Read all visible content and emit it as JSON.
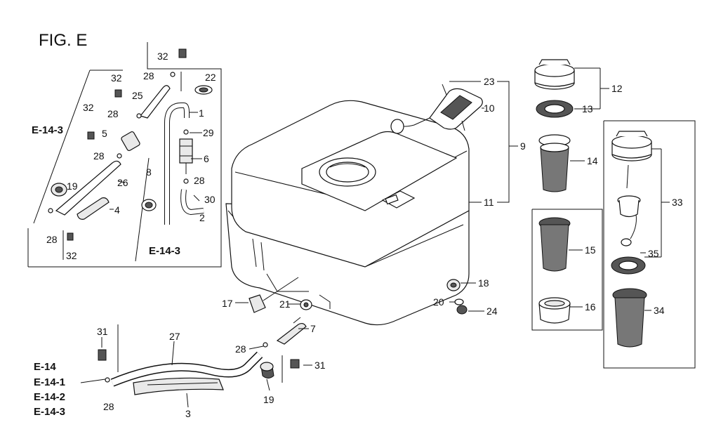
{
  "figure": {
    "title": "FIG. E",
    "callouts": {
      "c32a": "32",
      "c28a": "28",
      "c22": "22",
      "c32b": "32",
      "c25": "25",
      "c1": "1",
      "c32c": "32",
      "c28b": "28",
      "c29": "29",
      "c5": "5",
      "c6": "6",
      "c28c": "28",
      "c8": "8",
      "c28d": "28",
      "c19a": "19",
      "c26": "26",
      "c30": "30",
      "c4": "4",
      "c2": "2",
      "c28e": "28",
      "c32d": "32",
      "c23": "23",
      "c10": "10",
      "c9": "9",
      "c11": "11",
      "c12": "12",
      "c13": "13",
      "c14": "14",
      "c33": "33",
      "c15": "15",
      "c35": "35",
      "c16": "16",
      "c34": "34",
      "c18": "18",
      "c20": "20",
      "c24": "24",
      "c17": "17",
      "c21": "21",
      "c7": "7",
      "c28f": "28",
      "c31a": "31",
      "c27": "27",
      "c31b": "31",
      "c19b": "19",
      "c28g": "28",
      "c3": "3"
    },
    "refs": {
      "r1": "E-14-3",
      "r2": "E-14-3",
      "r3": "E-14",
      "r4": "E-14-1",
      "r5": "E-14-2",
      "r6": "E-14-3"
    }
  }
}
